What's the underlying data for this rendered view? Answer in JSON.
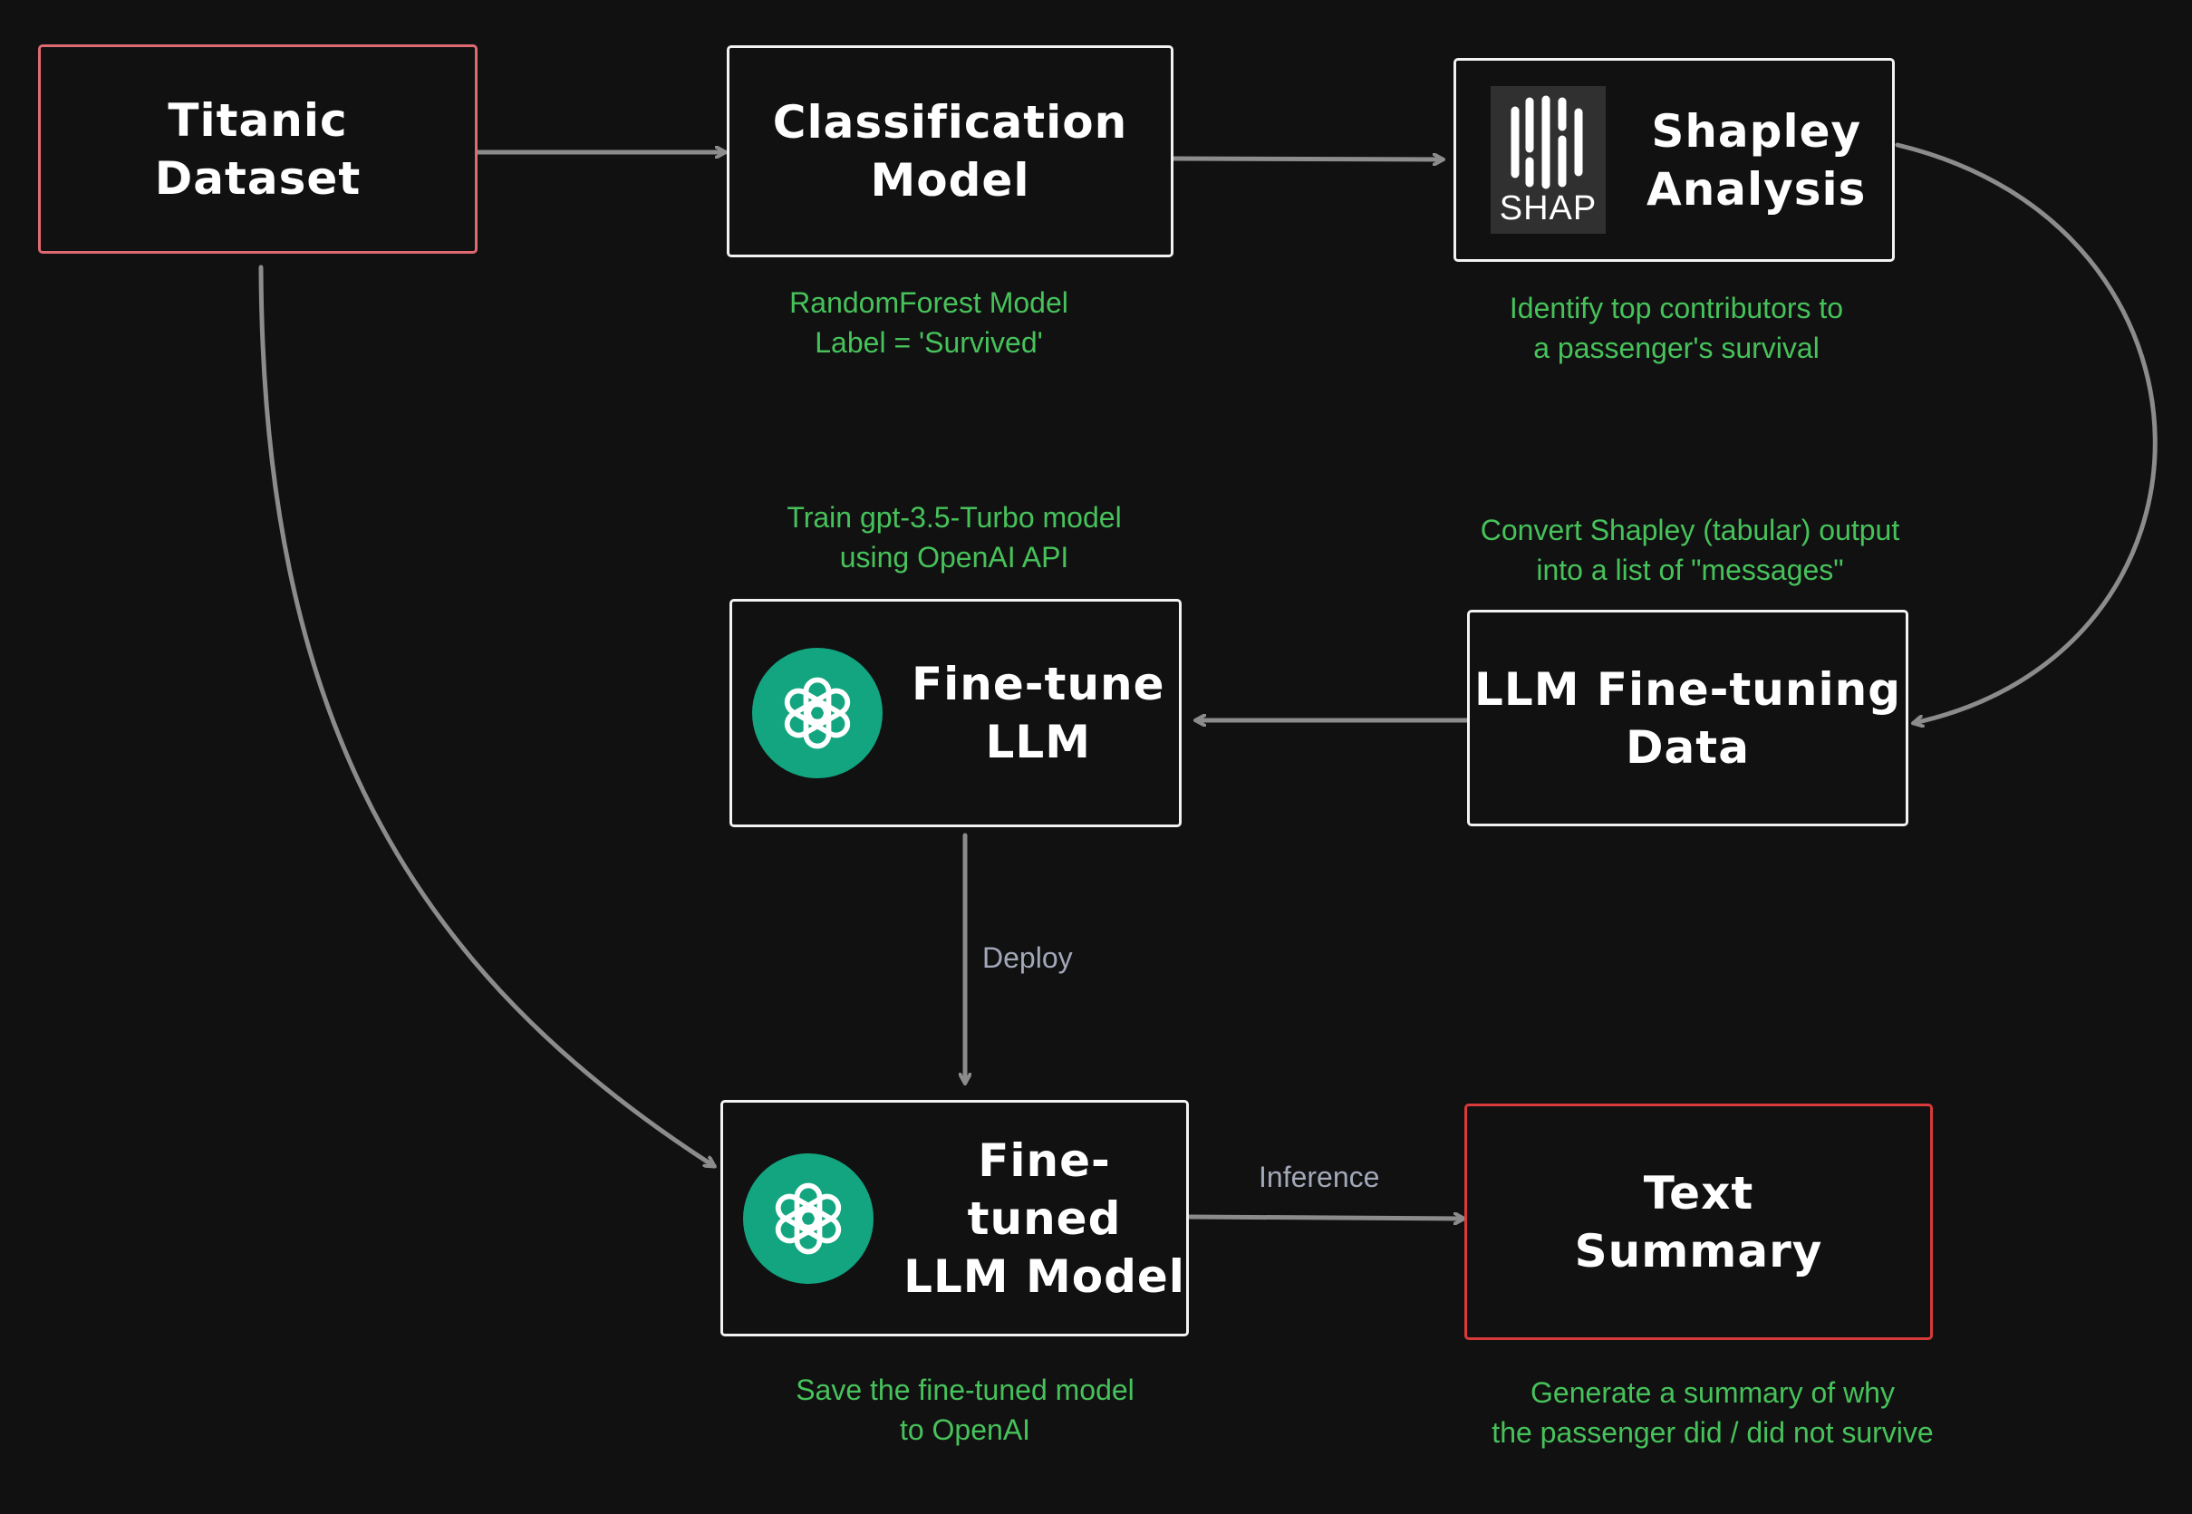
{
  "nodes": {
    "titanic": {
      "title": "Titanic\nDataset"
    },
    "classification": {
      "title": "Classification\nModel"
    },
    "shapley": {
      "title": "Shapley\nAnalysis",
      "logo_icon": "shap-logo",
      "logo_text": "SHAP"
    },
    "llm_data": {
      "title": "LLM Fine-tuning\nData"
    },
    "finetune": {
      "title": "Fine-tune\nLLM",
      "logo_icon": "openai-logo"
    },
    "finetuned": {
      "title": "Fine-tuned\nLLM Model",
      "logo_icon": "openai-logo"
    },
    "summary": {
      "title": "Text\nSummary"
    }
  },
  "notes": {
    "classification": "RandomForest Model\nLabel = 'Survived'",
    "shapley": "Identify top contributors to\na passenger's survival",
    "finetune": "Train gpt-3.5-Turbo model\nusing OpenAI API",
    "llm_data": "Convert Shapley (tabular) output\ninto a list of \"messages\"",
    "finetuned": "Save the fine-tuned model\nto OpenAI",
    "summary": "Generate a summary of why\nthe passenger did / did not survive"
  },
  "edge_labels": {
    "deploy": "Deploy",
    "inference": "Inference"
  },
  "colors": {
    "background": "#111112",
    "node_border": "#f2f2f2",
    "input_border": "#e06a72",
    "output_border": "#d83a3a",
    "note_text": "#47c25a",
    "edge": "#8c8c8c",
    "edge_label": "#a3a8b8",
    "openai_green": "#12a57f"
  }
}
